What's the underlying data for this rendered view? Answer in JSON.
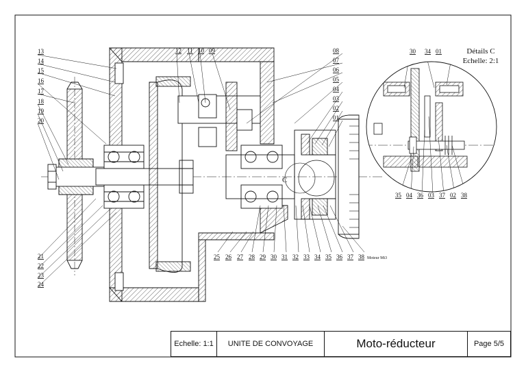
{
  "title_block": {
    "scale": "Echelle: 1:1",
    "unit": "UNITE DE CONVOYAGE",
    "title": "Moto-réducteur",
    "page": "Page 5/5"
  },
  "detail": {
    "title": "Détails C",
    "scale": "Echelle: 2:1",
    "top_labels": [
      "30",
      "34",
      "01"
    ],
    "bottom_labels": [
      "35",
      "04",
      "36",
      "03",
      "37",
      "02",
      "38"
    ]
  },
  "section_mark": "C",
  "motor_label": "Moteur Mt3",
  "labels": {
    "left_upper": [
      "13",
      "14",
      "15",
      "16",
      "17",
      "18",
      "19",
      "20"
    ],
    "left_lower": [
      "21",
      "22",
      "23",
      "24"
    ],
    "top": [
      "12",
      "11",
      "10",
      "09"
    ],
    "right": [
      "08",
      "07",
      "06",
      "05",
      "04",
      "03",
      "02",
      "01"
    ],
    "bottom": [
      "25",
      "26",
      "27",
      "28",
      "29",
      "30",
      "31",
      "32",
      "33",
      "34",
      "35",
      "36",
      "37",
      "38"
    ]
  },
  "colors": {
    "ink": "#111111",
    "paper": "#ffffff"
  }
}
